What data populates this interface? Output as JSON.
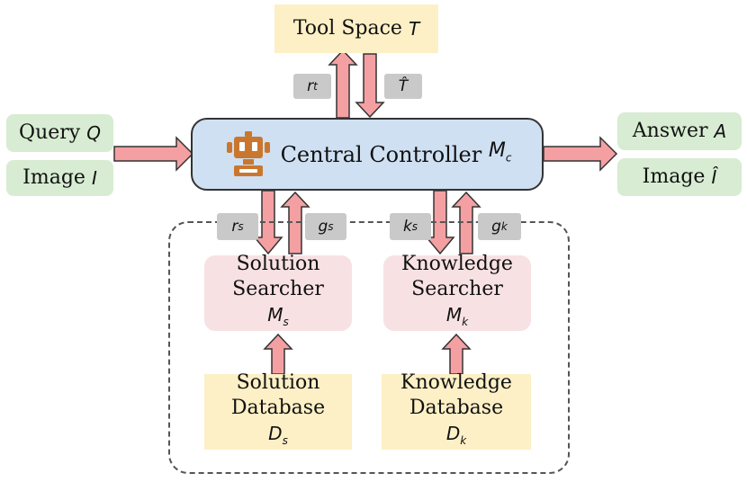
{
  "tool_space": {
    "label": "Tool Space",
    "symbol": "T"
  },
  "query": {
    "label": "Query",
    "symbol": "Q"
  },
  "image_in": {
    "label": "Image",
    "symbol": "I"
  },
  "answer": {
    "label": "Answer",
    "symbol": "A"
  },
  "image_out": {
    "label": "Image",
    "symbol": "Î"
  },
  "controller": {
    "label": "Central Controller",
    "symbol": "M",
    "sub": "c"
  },
  "solution_searcher": {
    "line1": "Solution",
    "line2": "Searcher",
    "symbol": "M",
    "sub": "s"
  },
  "knowledge_searcher": {
    "line1": "Knowledge",
    "line2": "Searcher",
    "symbol": "M",
    "sub": "k"
  },
  "solution_db": {
    "line1": "Solution",
    "line2": "Database",
    "symbol": "D",
    "sub": "s"
  },
  "knowledge_db": {
    "line1": "Knowledge",
    "line2": "Database",
    "symbol": "D",
    "sub": "k"
  },
  "tags": {
    "rt": {
      "base": "r",
      "sub": "t"
    },
    "that": {
      "base": "T̂",
      "sub": ""
    },
    "rs": {
      "base": "r",
      "sub": "s"
    },
    "gs": {
      "base": "g",
      "sub": "s"
    },
    "ks": {
      "base": "k",
      "sub": "s"
    },
    "gk": {
      "base": "g",
      "sub": "k"
    }
  },
  "colors": {
    "arrow_fill": "#f4a0a3",
    "arrow_stroke": "#333333",
    "controller": "#cfe0f3",
    "robot": "#c9772f"
  }
}
